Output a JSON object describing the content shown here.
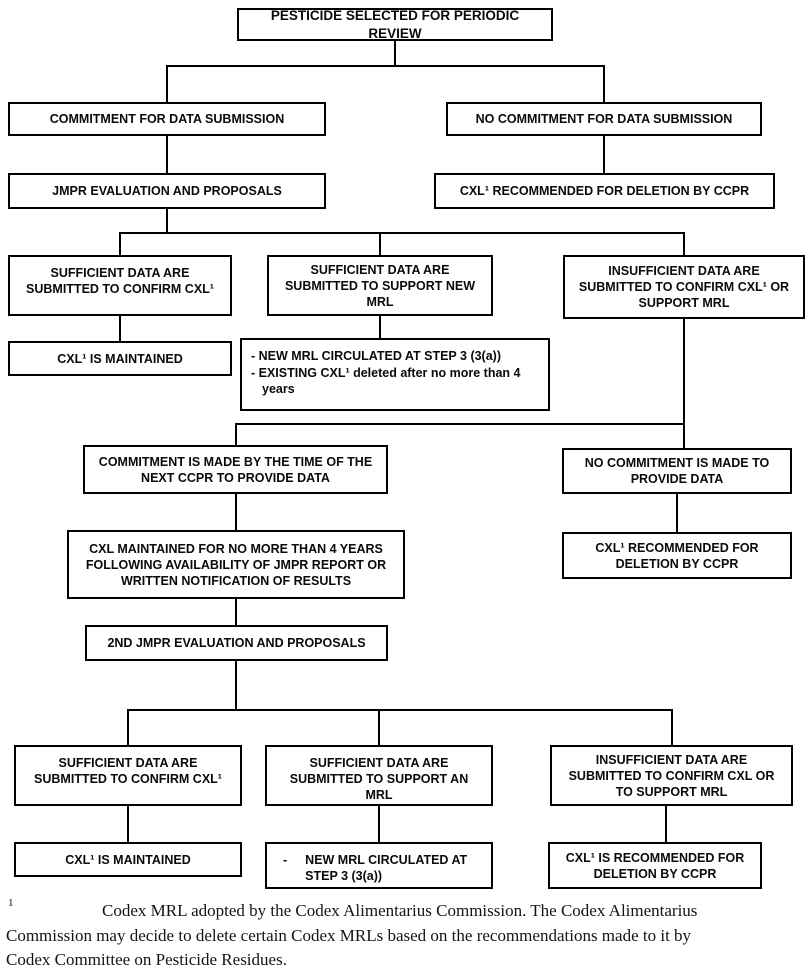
{
  "colors": {
    "background": "#ffffff",
    "box_border": "#000000",
    "text": "#000000",
    "connector": "#000000"
  },
  "flowchart": {
    "nodes": {
      "pesticide_selected": {
        "label": "PESTICIDE SELECTED FOR PERIODIC REVIEW"
      },
      "commitment": {
        "label": "COMMITMENT FOR DATA SUBMISSION"
      },
      "no_commitment": {
        "label": "NO COMMITMENT FOR DATA SUBMISSION"
      },
      "jmpr_evaluation": {
        "label": "JMPR EVALUATION AND PROPOSALS"
      },
      "cxl_deletion_ccpr": {
        "label": "CXL¹ RECOMMENDED FOR DELETION BY CCPR"
      },
      "sufficient_confirm": {
        "label": "SUFFICIENT DATA ARE SUBMITTED TO CONFIRM CXL¹"
      },
      "sufficient_support_new": {
        "label": "SUFFICIENT DATA ARE SUBMITTED TO SUPPORT NEW MRL"
      },
      "insufficient_confirm": {
        "label": "INSUFFICIENT DATA ARE SUBMITTED TO CONFIRM CXL¹ OR SUPPORT MRL"
      },
      "cxl_maintained": {
        "label": "CXL¹ IS MAINTAINED"
      },
      "mrl_circulated": {
        "items": [
          "- NEW MRL CIRCULATED AT STEP 3 (3(a))",
          "- EXISTING CXL¹ deleted after no more than 4 years"
        ]
      },
      "commitment_made": {
        "label": "COMMITMENT IS MADE BY THE TIME OF THE NEXT CCPR TO PROVIDE DATA"
      },
      "no_commitment_made": {
        "label": "NO COMMITMENT IS MADE TO PROVIDE DATA"
      },
      "cxl_maintained_4years": {
        "label": "CXL MAINTAINED FOR NO MORE THAN 4 YEARS FOLLOWING AVAILABILITY OF JMPR REPORT OR WRITTEN NOTIFICATION OF RESULTS"
      },
      "cxl_deletion_ccpr_2": {
        "label": "CXL¹ RECOMMENDED FOR DELETION BY CCPR"
      },
      "second_jmpr": {
        "label": "2ND JMPR EVALUATION AND PROPOSALS"
      },
      "sufficient_confirm_2": {
        "label": "SUFFICIENT DATA ARE SUBMITTED TO CONFIRM CXL¹"
      },
      "sufficient_support_mrl": {
        "label": "SUFFICIENT DATA ARE SUBMITTED TO SUPPORT AN MRL"
      },
      "insufficient_confirm_2": {
        "label": "INSUFFICIENT DATA ARE SUBMITTED TO CONFIRM CXL OR TO SUPPORT MRL"
      },
      "cxl_maintained_2": {
        "label": "CXL¹ IS MAINTAINED"
      },
      "new_mrl_step3": {
        "dash": "-",
        "label": "NEW MRL CIRCULATED AT STEP 3 (3(a))"
      },
      "cxl_recommended_deletion": {
        "label": "CXL¹ IS RECOMMENDED FOR DELETION BY CCPR"
      }
    }
  },
  "footnote": {
    "marker": "1",
    "lines": [
      "Codex MRL adopted by the Codex Alimentarius Commission.  The Codex Alimentarius",
      "Commission may decide to delete certain Codex MRLs based on the recommendations made to it by",
      "Codex Committee on Pesticide Residues."
    ]
  }
}
